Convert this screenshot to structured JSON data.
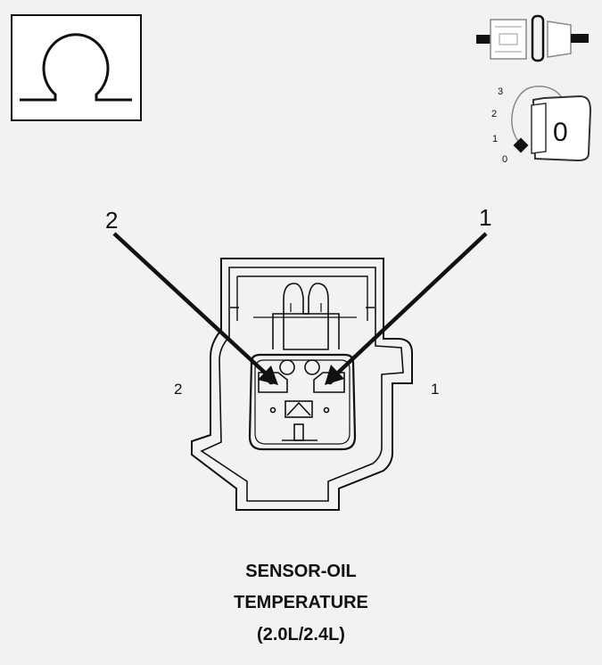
{
  "symbols": {
    "ohm_icon": "ohm-meter-icon",
    "disconnect_icon": "connector-disconnect-icon",
    "ignition_icon": "ignition-key-icon",
    "ignition_positions": [
      "3",
      "2",
      "1",
      "0"
    ],
    "ignition_key_label": "0"
  },
  "callouts": {
    "arrow_left": "2",
    "arrow_right": "1",
    "side_left": "2",
    "side_right": "1"
  },
  "caption": {
    "line1": "SENSOR-OIL",
    "line2": "TEMPERATURE",
    "line3": "(2.0L/2.4L)"
  },
  "colors": {
    "background": "#f2f2f2",
    "ink": "#111111",
    "panel": "#ffffff",
    "faint": "#999999"
  }
}
